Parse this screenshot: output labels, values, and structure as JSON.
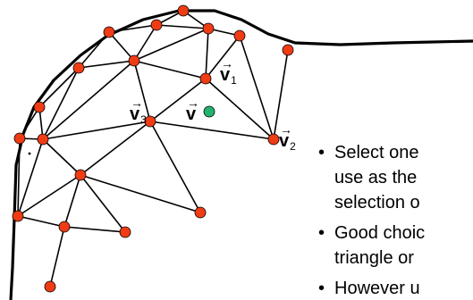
{
  "labels": {
    "v1": {
      "arrow": "→",
      "letter": "v",
      "sub": "1"
    },
    "v2": {
      "arrow": "→",
      "letter": "v",
      "sub": "2"
    },
    "v3": {
      "arrow": "→",
      "letter": "v",
      "sub": "3"
    },
    "v": {
      "arrow": "→",
      "letter": "v"
    }
  },
  "bullets": [
    {
      "marker": "•",
      "lines": [
        "Select one",
        "use as the",
        "selection o"
      ]
    },
    {
      "marker": "•",
      "lines": [
        "Good choic",
        "triangle or"
      ]
    },
    {
      "marker": "•",
      "lines": [
        "However u"
      ]
    }
  ],
  "colors": {
    "vertex": "#f03c14",
    "query_point": "#22b46e",
    "edge": "#000000"
  }
}
